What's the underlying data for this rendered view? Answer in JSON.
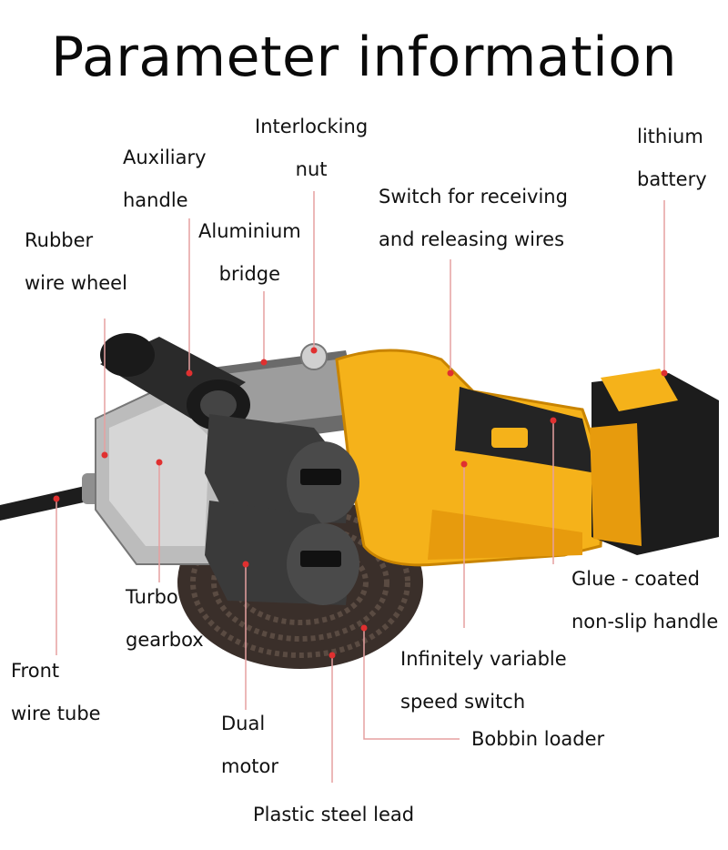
{
  "title": "Parameter information",
  "labels": {
    "interlocking_nut": [
      "Interlocking",
      "nut"
    ],
    "auxiliary_handle": [
      "Auxiliary",
      "handle"
    ],
    "lithium_battery": [
      "lithium",
      "battery"
    ],
    "switch_wires": [
      "Switch for receiving",
      "and releasing wires"
    ],
    "rubber_wire_wheel": [
      "Rubber",
      "wire wheel"
    ],
    "aluminium_bridge": [
      "Aluminium",
      "bridge"
    ],
    "glue_handle": [
      "Glue - coated",
      "non-slip handle"
    ],
    "turbo_gearbox": [
      "Turbo",
      "gearbox"
    ],
    "infinitely_variable": [
      "Infinitely variable",
      "speed switch"
    ],
    "front_wire_tube": [
      "Front",
      "wire tube"
    ],
    "dual_motor": [
      "Dual",
      "motor"
    ],
    "bobbin_loader": "Bobbin loader",
    "plastic_steel_lead": "Plastic steel lead"
  },
  "colors": {
    "body_yellow": "#f5b21a",
    "dark_grey": "#2b2b2b",
    "metal": "#a9a9a9",
    "leader": "#e5a0a0",
    "dot": "#e03030"
  }
}
